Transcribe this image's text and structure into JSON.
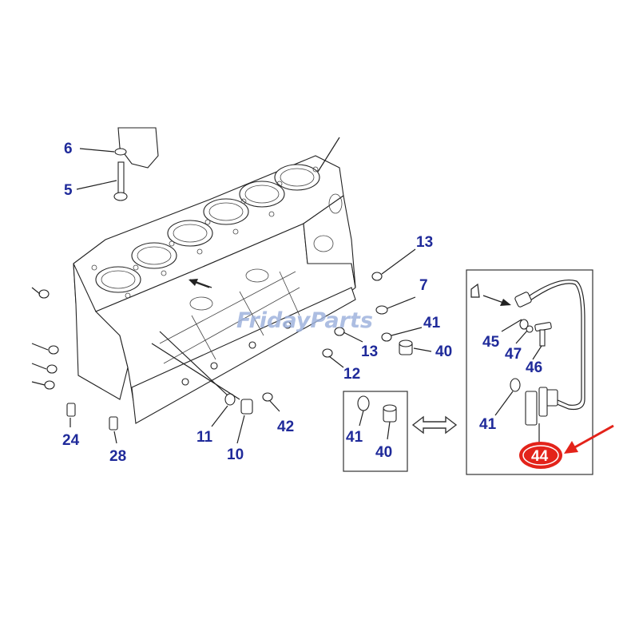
{
  "labels": {
    "l6": "6",
    "l5": "5",
    "l13a": "13",
    "l7": "7",
    "l41a": "41",
    "l13b": "13",
    "l40a": "40",
    "l12": "12",
    "l42": "42",
    "l11": "11",
    "l10": "10",
    "l24": "24",
    "l28": "28",
    "l41b": "41",
    "l40b": "40",
    "l45": "45",
    "l47": "47",
    "l46": "46",
    "l41c": "41",
    "l44": "44"
  },
  "watermark": "FridayParts",
  "colors": {
    "label": "#1f2a9a",
    "highlight": "#e3231a",
    "arrow": "#e3231a",
    "watermark": "#9fb3dd"
  }
}
